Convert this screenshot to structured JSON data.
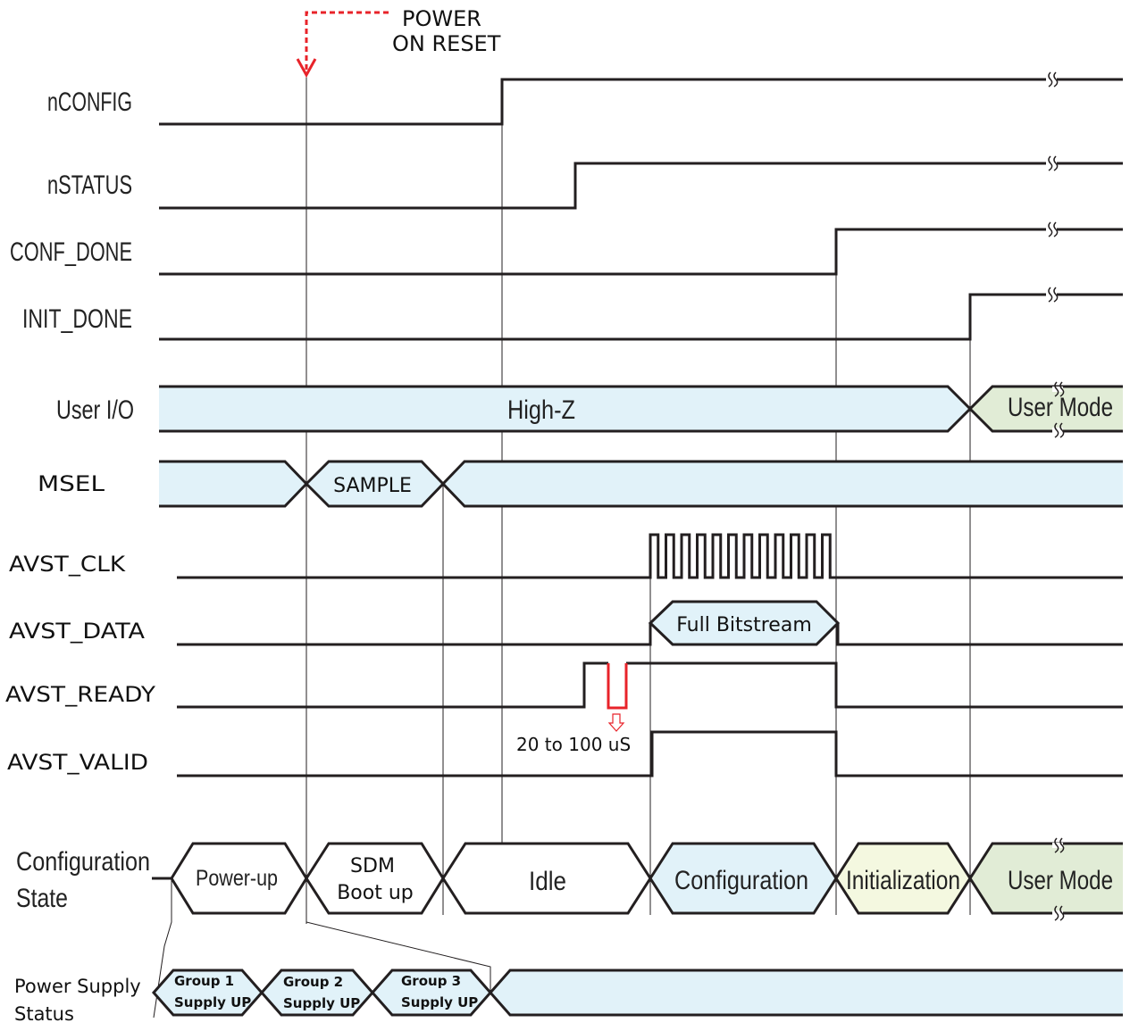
{
  "annotation": {
    "power_on_reset_line1": "POWER",
    "power_on_reset_line2": "ON RESET",
    "pulse_note": "20 to 100 uS"
  },
  "colors": {
    "bus_blue": "#e1f2f9",
    "init_yellow": "#f4f8e0",
    "user_green": "#e1ecd6",
    "red": "#e8232a",
    "line": "#231f20"
  },
  "signals": {
    "nconfig": {
      "label": "nCONFIG"
    },
    "nstatus": {
      "label": "nSTATUS"
    },
    "conf_done": {
      "label": "CONF_DONE"
    },
    "init_done": {
      "label": "INIT_DONE"
    },
    "user_io": {
      "label": "User I/O",
      "states": [
        "High-Z",
        "User Mode"
      ]
    },
    "msel": {
      "label": "MSEL",
      "states": [
        "",
        "SAMPLE",
        ""
      ]
    },
    "avst_clk": {
      "label": "AVST_CLK",
      "pulse_count": 12
    },
    "avst_data": {
      "label": "AVST_DATA",
      "state": "Full Bitstream"
    },
    "avst_ready": {
      "label": "AVST_READY"
    },
    "avst_valid": {
      "label": "AVST_VALID"
    },
    "config_state": {
      "label_line1": "Configuration",
      "label_line2": "State",
      "states": [
        {
          "line1": "Power-up",
          "line2": ""
        },
        {
          "line1": "SDM",
          "line2": "Boot up"
        },
        {
          "line1": "Idle",
          "line2": ""
        },
        {
          "line1": "Configuration",
          "line2": ""
        },
        {
          "line1": "Initialization",
          "line2": ""
        },
        {
          "line1": "User Mode",
          "line2": ""
        }
      ]
    },
    "power_supply": {
      "label_line1": "Power Supply",
      "label_line2": "Status",
      "states": [
        {
          "line1": "Group 1",
          "line2": "Supply UP"
        },
        {
          "line1": "Group 2",
          "line2": "Supply UP"
        },
        {
          "line1": "Group 3",
          "line2": "Supply UP"
        },
        {
          "line1": "",
          "line2": ""
        }
      ]
    }
  }
}
